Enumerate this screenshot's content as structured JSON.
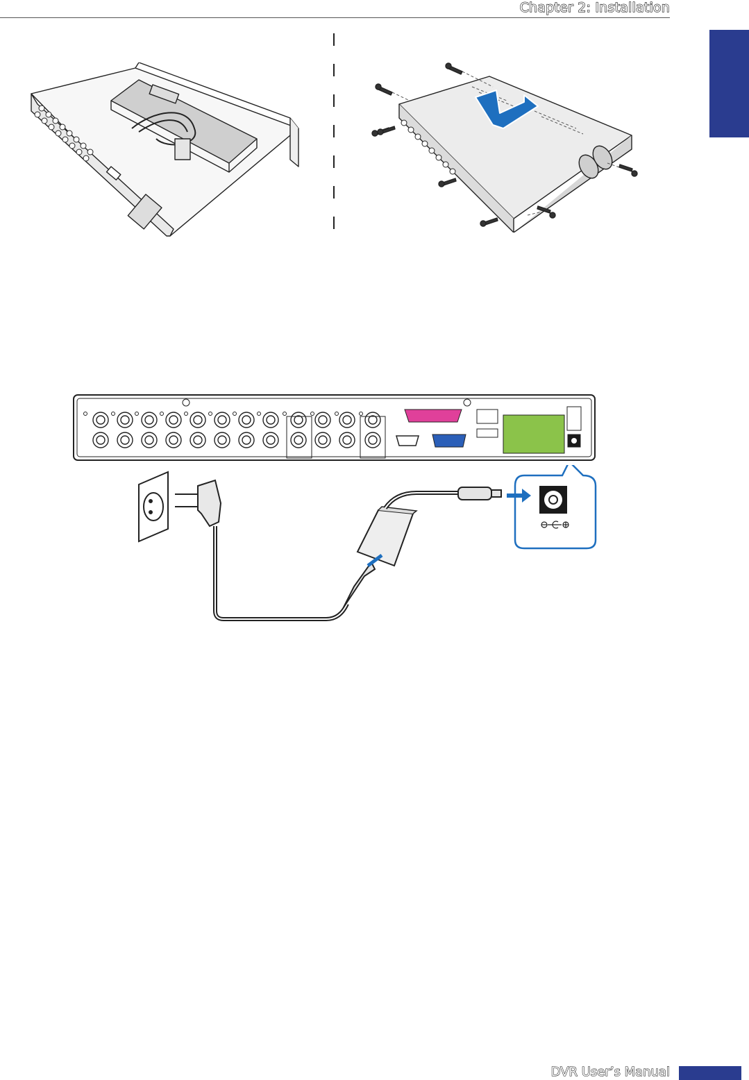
{
  "header": {
    "chapter_title": "Chapter 2: Installation"
  },
  "footer": {
    "manual_title": "DVR User’s Manual"
  },
  "colors": {
    "accent": "#2a3c8f",
    "arrow_blue": "#1e6fbf",
    "terminal_green": "#8bc34a",
    "port_magenta": "#e0409a",
    "vga_blue": "#2b5fb8"
  },
  "figures": {
    "top_left": "dvr-open-chassis-with-hard-drives",
    "top_right": "dvr-cover-and-screws",
    "bottom": "dvr-power-connection"
  }
}
